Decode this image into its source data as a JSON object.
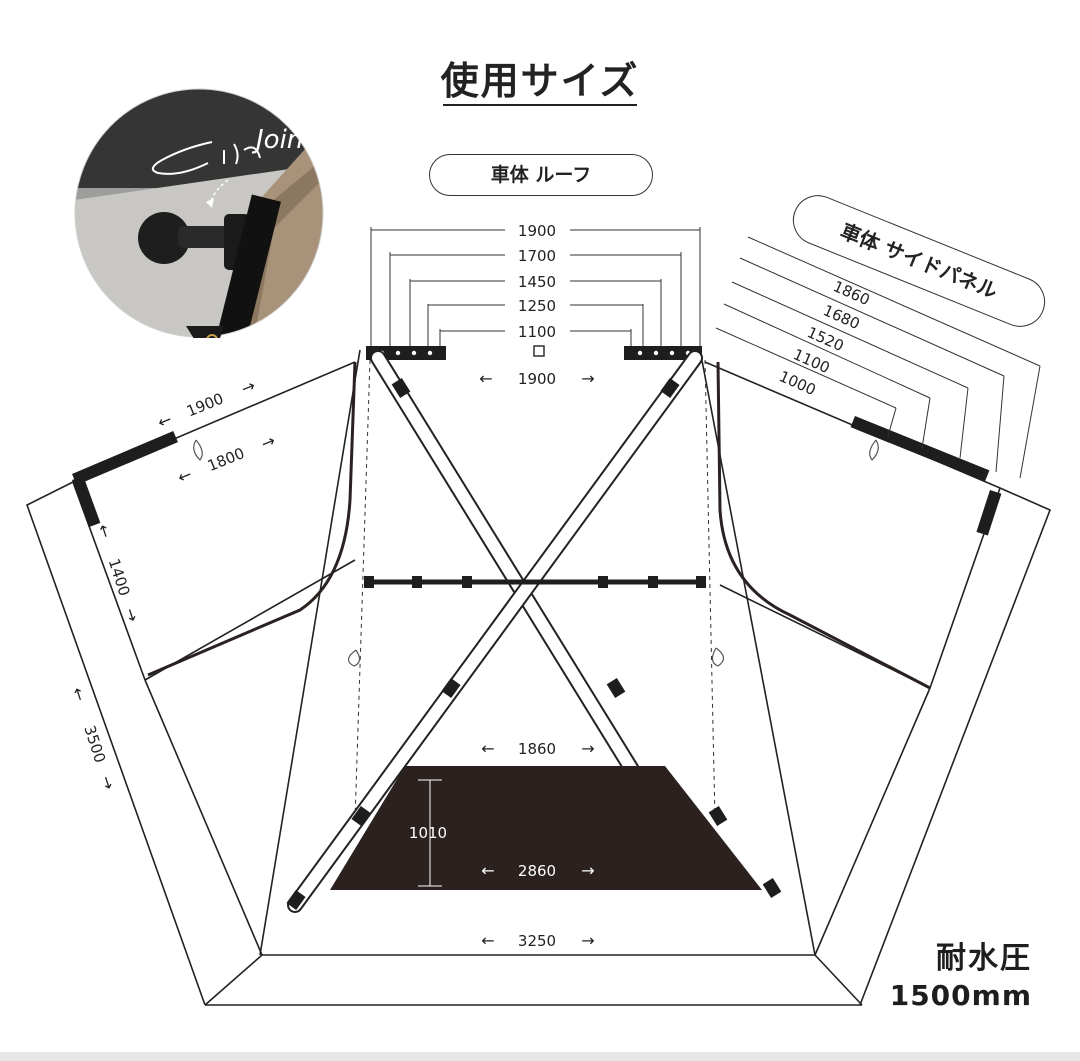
{
  "title": "使用サイズ",
  "labels": {
    "roof": "車体 ルーフ",
    "side": "車体 サイドパネル"
  },
  "roof_dims": [
    "1900",
    "1700",
    "1450",
    "1250",
    "1100"
  ],
  "side_dims": [
    "1860",
    "1680",
    "1520",
    "1100",
    "1000"
  ],
  "dims": {
    "top_front": "1900",
    "left_top_outer": "1900",
    "left_top_inner": "1800",
    "left_side": "1400",
    "left_height": "3500",
    "floor_back": "1860",
    "floor_depth": "1010",
    "floor_front": "2860",
    "bottom": "3250"
  },
  "arrows": {
    "left": "←",
    "right": "→"
  },
  "water_pressure": {
    "label": "耐水圧",
    "value": "1500mm"
  },
  "photo": {
    "script_text": "Join"
  },
  "colors": {
    "line": "#222222",
    "floor": "#2b2220",
    "tan": "#b9a58f"
  }
}
